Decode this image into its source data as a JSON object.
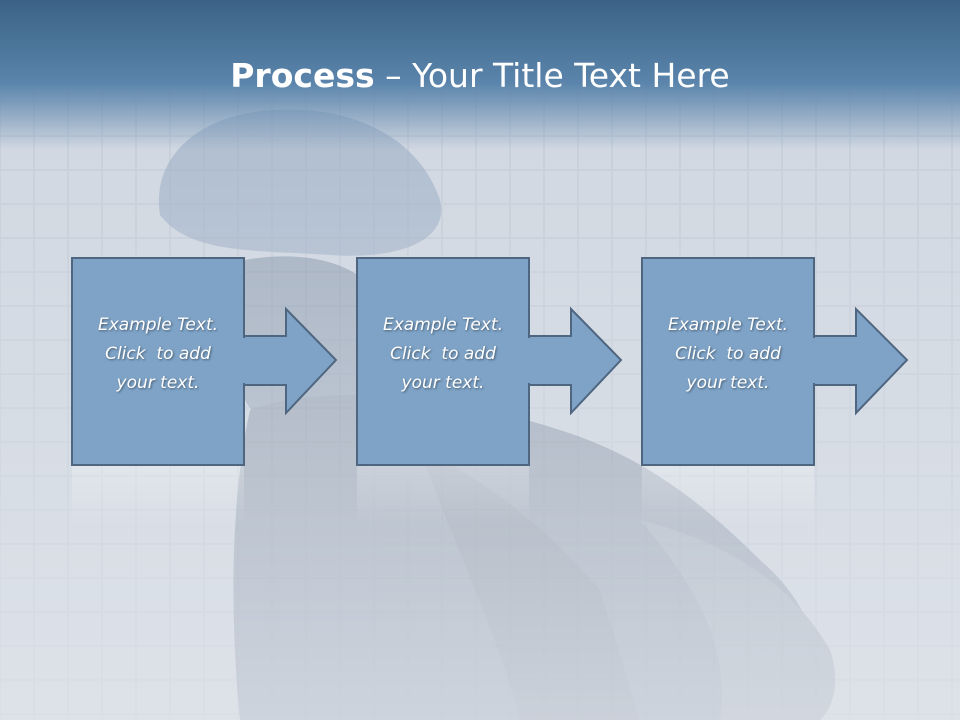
{
  "title": {
    "bold": "Process",
    "rest": " – Your Title Text Here"
  },
  "steps": [
    {
      "lines": [
        "Example Text.",
        "Click  to add",
        "your text."
      ]
    },
    {
      "lines": [
        "Example Text.",
        "Click  to add",
        "your text."
      ]
    },
    {
      "lines": [
        "Example Text.",
        "Click  to add",
        "your text."
      ]
    }
  ],
  "colors": {
    "header": "#4a759c",
    "box_fill": "#7ea3c7",
    "box_stroke": "#4f6680",
    "text": "#ffffff"
  }
}
